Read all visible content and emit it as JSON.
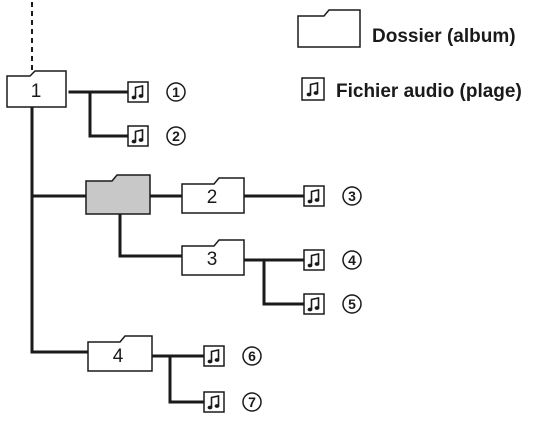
{
  "legend": {
    "folder_label": "Dossier (album)",
    "file_label": "Fichier audio (plage)"
  },
  "folders": {
    "f1": "1",
    "f2": "2",
    "f3": "3",
    "f4": "4"
  },
  "tracks": {
    "t1": "1",
    "t2": "2",
    "t3": "3",
    "t4": "4",
    "t5": "5",
    "t6": "6",
    "t7": "7"
  },
  "icons": {
    "folder": "folder-icon",
    "selected_folder": "folder-icon-grey",
    "file": "music-note-icon"
  },
  "colors": {
    "selected_folder_fill": "#c8c8c8",
    "line": "#1a1a1a"
  }
}
